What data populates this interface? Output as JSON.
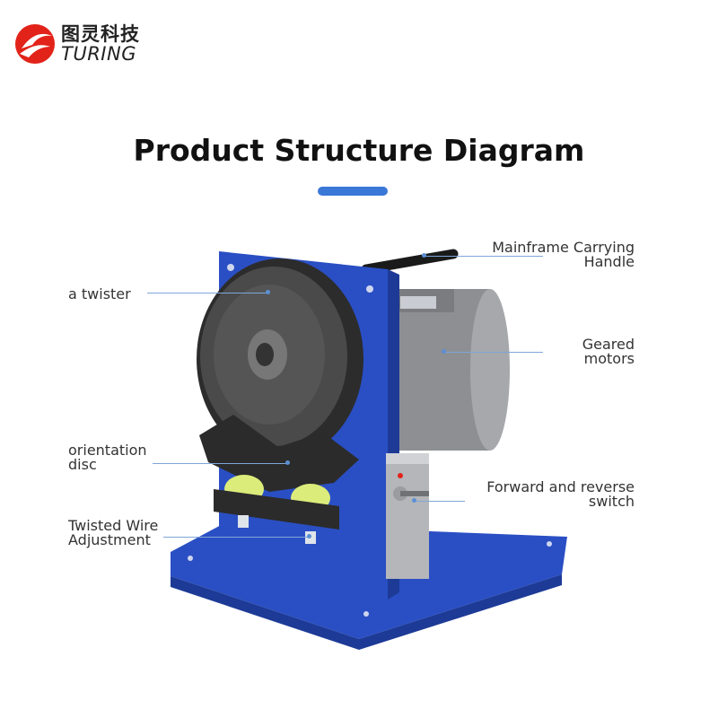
{
  "brand": {
    "name_cn": "图灵科技",
    "name_en": "TURING",
    "colors": {
      "red": "#e2231a",
      "dark": "#222222"
    }
  },
  "header": {
    "title": "Product Structure Diagram",
    "accent_color": "#3a78d8"
  },
  "callouts": {
    "handle": [
      "Mainframe Carrying",
      "Handle"
    ],
    "twister": [
      "a twister"
    ],
    "motor": [
      "Geared",
      "motors"
    ],
    "disc": [
      "orientation",
      "disc"
    ],
    "switch": [
      "Forward and reverse",
      "switch"
    ],
    "adjust": [
      "Twisted Wire",
      "Adjustment"
    ]
  },
  "colors": {
    "frame_blue": "#2a4fc4",
    "wheel_dark": "#3a3a3a",
    "motor_grey": "#8d8f93",
    "roller_yellow": "#dcec7a",
    "leader_line": "#7fa6d8"
  }
}
